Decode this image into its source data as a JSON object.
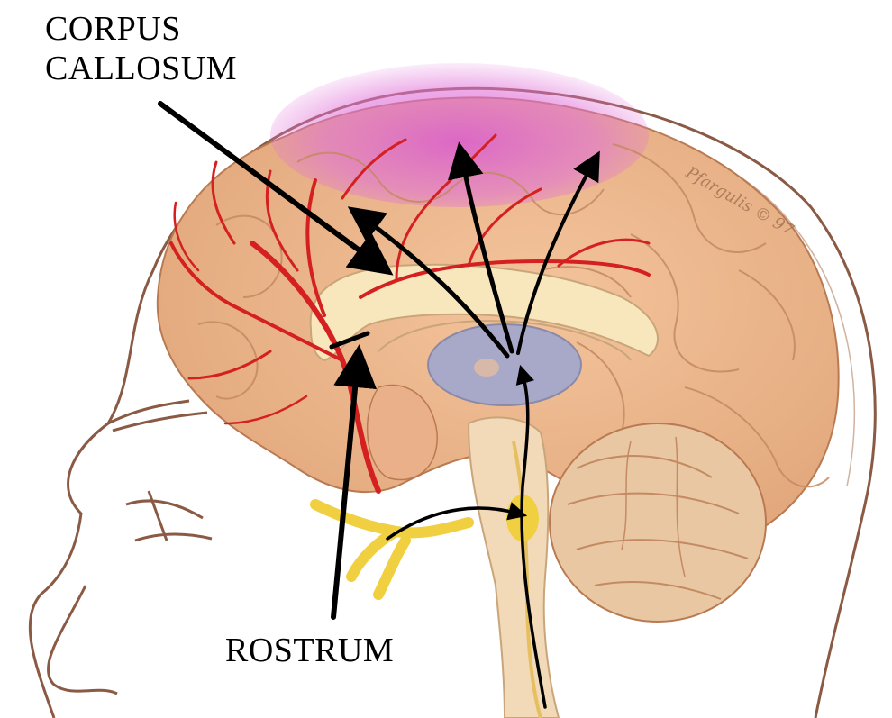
{
  "labels": {
    "corpus_callosum_line1": "CORPUS",
    "corpus_callosum_line2": "CALLOSUM",
    "rostrum": "ROSTRUM"
  },
  "signature": "Pfargulis © 97",
  "colors": {
    "brain": "#eeb58a",
    "brain_outline": "#b97a52",
    "cortex_highlight": "#e070d8",
    "arteries": "#d42020",
    "corpus_callosum": "#f8e7bd",
    "ventricle_nucleus": "#a8a8c8",
    "nerves": "#f0d040",
    "cerebellum": "#e8c7a2",
    "head_outline": "#8a5a44",
    "arrows": "#000000"
  }
}
